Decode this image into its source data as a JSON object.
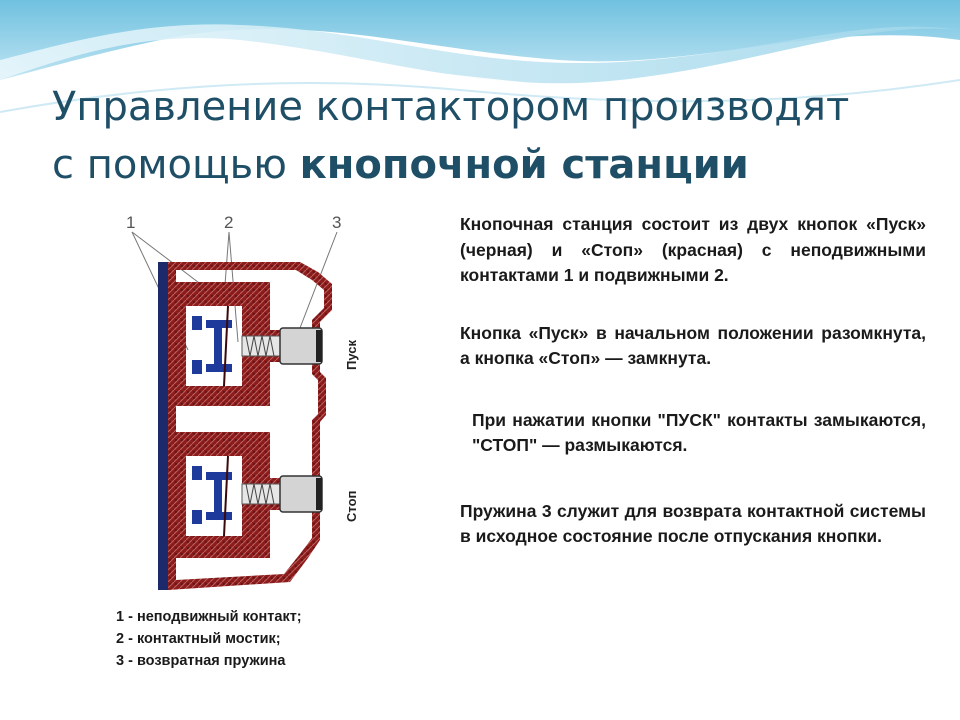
{
  "slide": {
    "title_line1": "Управление контактором производят",
    "title_line2_plain": "с помощью ",
    "title_line2_bold": "кнопочной станции"
  },
  "diagram": {
    "callouts": [
      "1",
      "2",
      "3"
    ],
    "button_labels": {
      "start": "Пуск",
      "stop": "Стоп"
    },
    "colors": {
      "body": "#8b1c1c",
      "base_plate": "#1c2a6b",
      "metal": "#d8d8d8",
      "contact": "#1e3a9a"
    }
  },
  "legend": [
    "1 - неподвижный контакт;",
    "2 - контактный мостик;",
    "3 - возвратная пружина"
  ],
  "paragraphs": [
    "Кнопочная станция состоит из двух кнопок «Пуск» (черная) и «Стоп» (красная) с неподвижными контактами 1 и подвижными 2.",
    "Кнопка «Пуск» в начальном положении разомкнута, а кнопка «Стоп» — замкнута.",
    "При нажатии кнопки \"ПУСК\" контакты замыкаются, \"СТОП\" — размыкаются.",
    "Пружина 3 служит для возврата контактной системы в исходное состояние после отпускания кнопки."
  ]
}
